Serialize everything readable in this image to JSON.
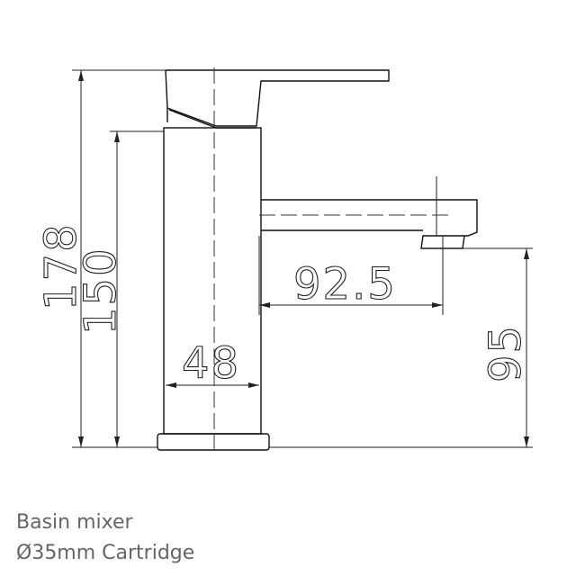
{
  "caption": {
    "line1": "Basin mixer",
    "line2": "Ø35mm Cartridge"
  },
  "dimensions": {
    "total_height": "178",
    "body_height": "150",
    "spout_reach": "92.5",
    "body_width": "48",
    "spout_height": "95"
  }
}
